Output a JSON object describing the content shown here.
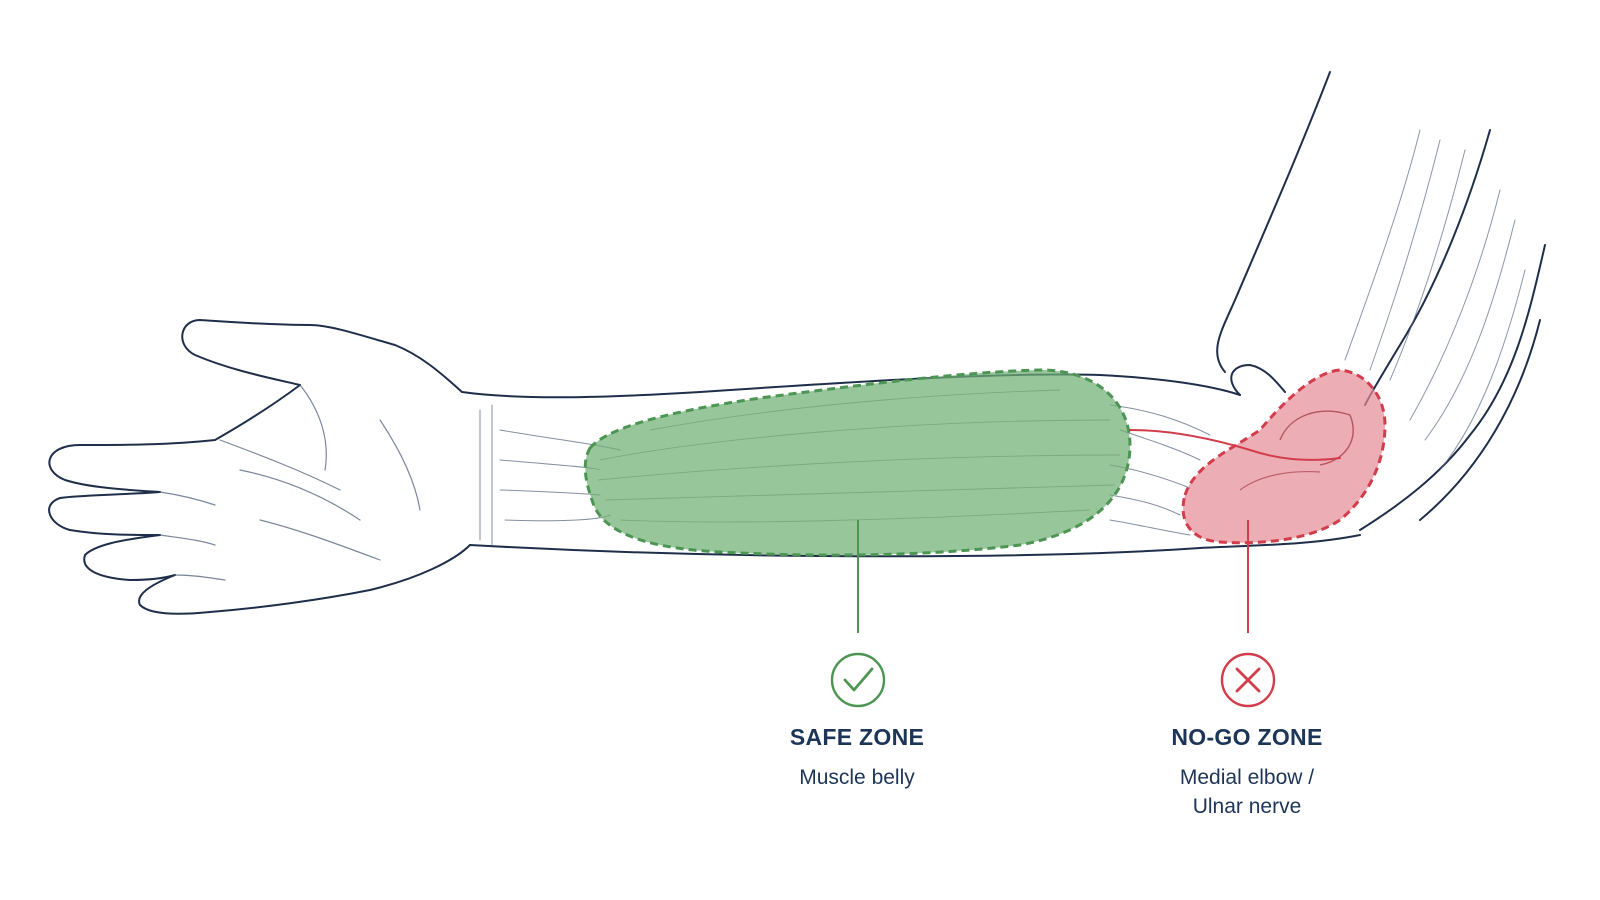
{
  "colors": {
    "outline": "#1f2f4a",
    "detail": "#5a6a82",
    "safe_fill": "#6fb074",
    "safe_stroke": "#4d9553",
    "nogo_fill": "#e58a95",
    "nogo_stroke": "#d23d4c",
    "label_text": "#1d3557"
  },
  "safe_zone": {
    "icon": "checkmark-circle-icon",
    "title": "SAFE ZONE",
    "description": "Muscle belly"
  },
  "nogo_zone": {
    "icon": "x-circle-icon",
    "title": "NO-GO ZONE",
    "description_line1": "Medial elbow /",
    "description_line2": "Ulnar nerve"
  }
}
